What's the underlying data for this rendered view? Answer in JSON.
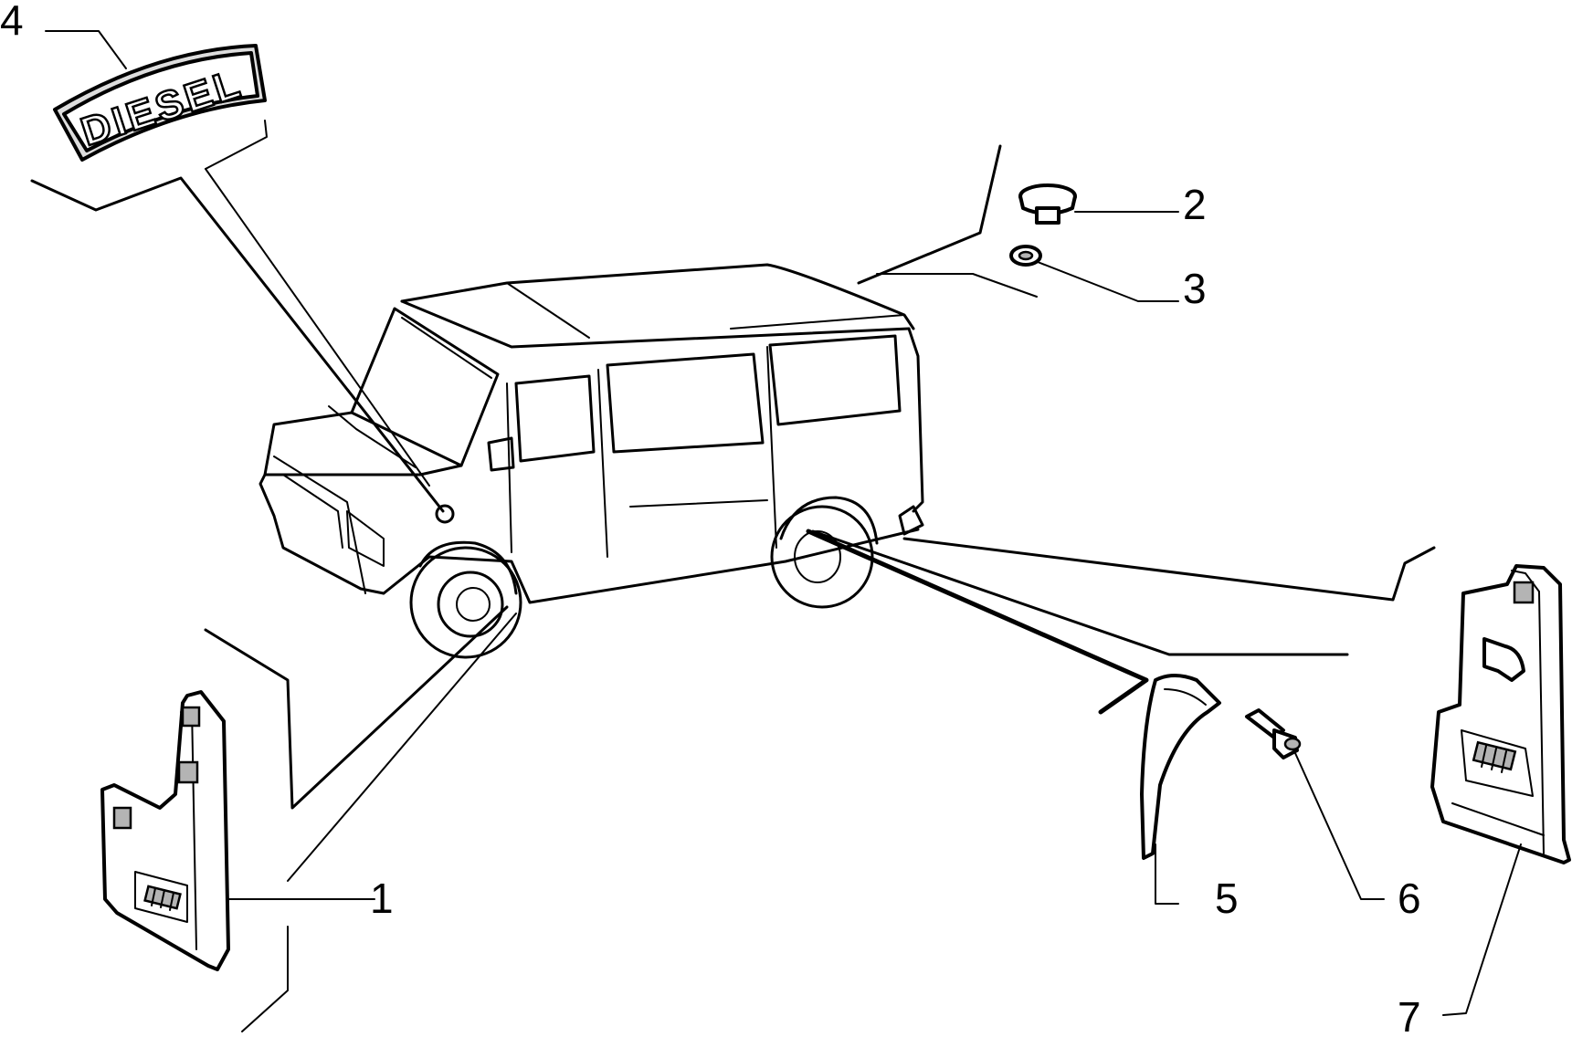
{
  "diagram": {
    "type": "exploded-parts-diagram",
    "badge_text": "DIESEL",
    "callouts": [
      {
        "id": "1",
        "label": "1"
      },
      {
        "id": "2",
        "label": "2"
      },
      {
        "id": "3",
        "label": "3"
      },
      {
        "id": "4",
        "label": "4"
      },
      {
        "id": "5",
        "label": "5"
      },
      {
        "id": "6",
        "label": "6"
      },
      {
        "id": "7",
        "label": "7"
      }
    ],
    "colors": {
      "line": "#000000",
      "background": "#ffffff",
      "shade": "#b4b4b4"
    }
  }
}
